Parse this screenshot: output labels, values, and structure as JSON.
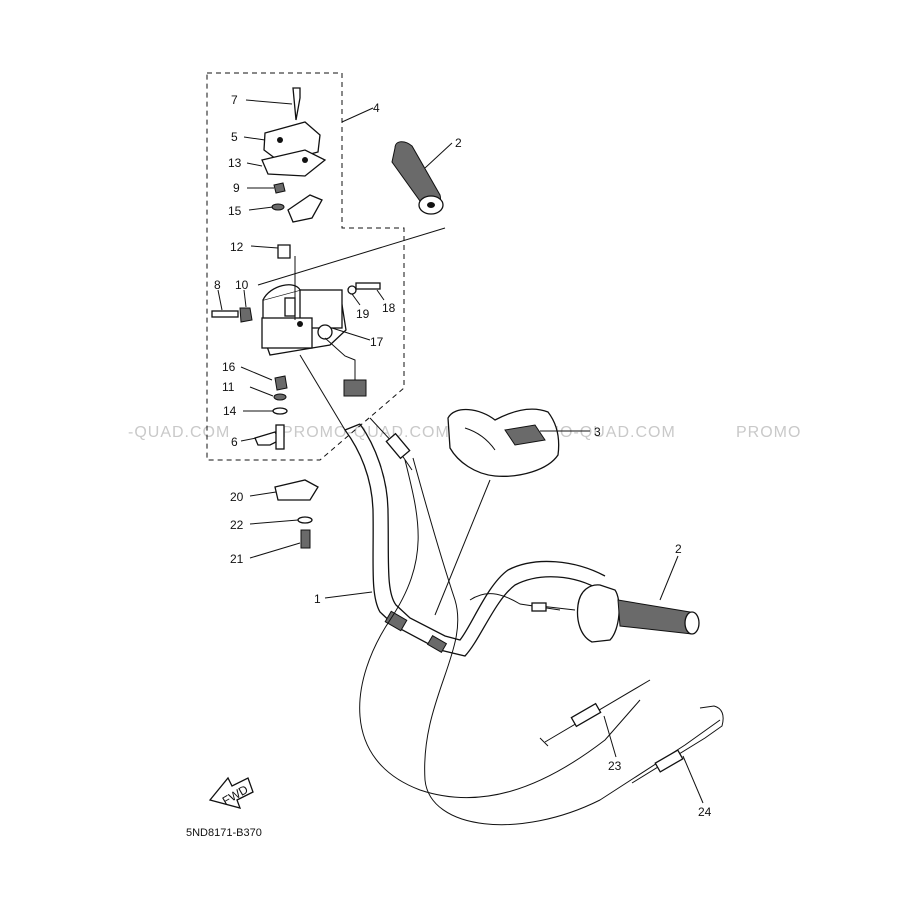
{
  "diagram": {
    "code": "5ND8171-B370",
    "fwd_label": "FWD",
    "watermarks": [
      "-QUAD.COM",
      "PROMO-QUAD.COM",
      "PROMO-QUAD.COM",
      "PROMO"
    ],
    "callouts": {
      "c1": "1",
      "c2a": "2",
      "c2b": "2",
      "c3": "3",
      "c4": "4",
      "c5": "5",
      "c6": "6",
      "c7": "7",
      "c8": "8",
      "c9": "9",
      "c10": "10",
      "c11": "11",
      "c12": "12",
      "c13": "13",
      "c14": "14",
      "c15": "15",
      "c16": "16",
      "c17": "17",
      "c18": "18",
      "c19": "19",
      "c20": "20",
      "c21": "21",
      "c22": "22",
      "c23": "23",
      "c24": "24"
    }
  }
}
